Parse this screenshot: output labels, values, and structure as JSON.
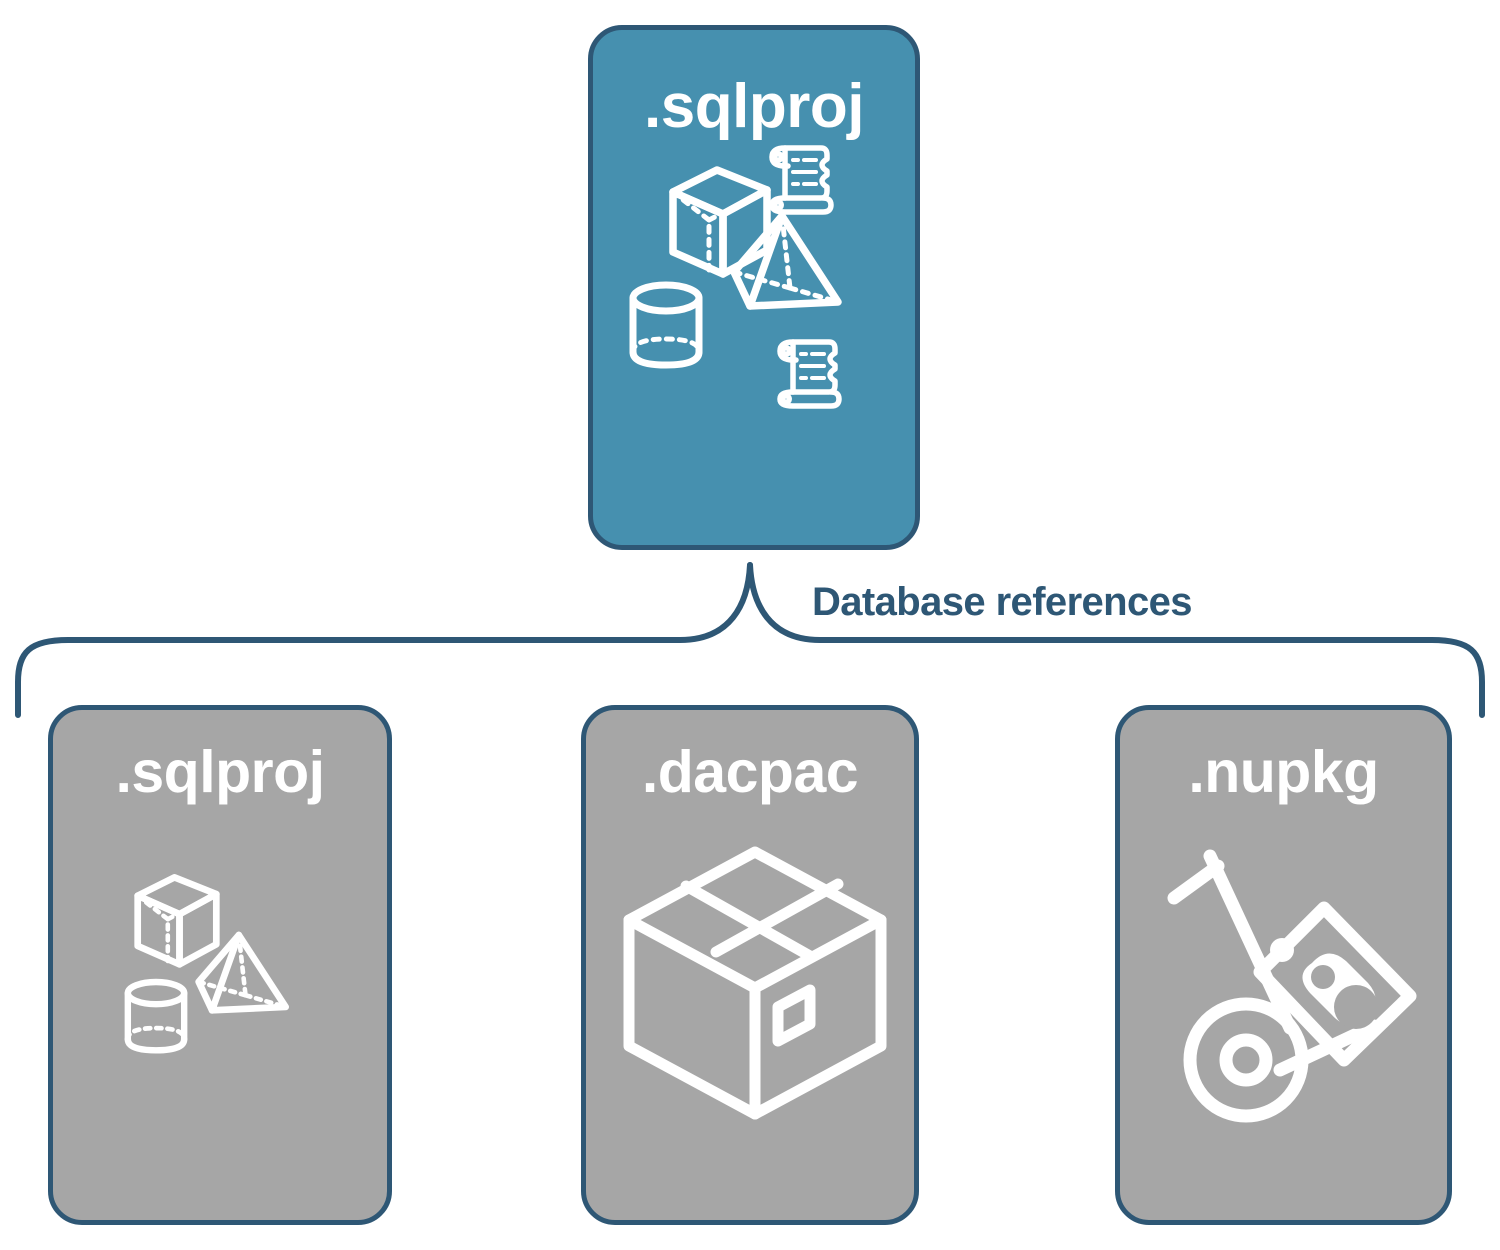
{
  "diagram": {
    "title_text": "Database references",
    "colors": {
      "primary_box": "#4690AF",
      "secondary_box": "#A6A6A6",
      "border": "#2e5775",
      "label_text": "#2e5775",
      "icon_stroke": "#ffffff",
      "background": "#ffffff"
    },
    "root": {
      "label": ".sqlproj",
      "fill": "#4690AF",
      "icons": [
        "cube-icon",
        "scroll-icon",
        "pyramid-icon",
        "cylinder-icon",
        "scroll-icon"
      ]
    },
    "connector": {
      "label": "Database references",
      "style": "curly-brace"
    },
    "references": [
      {
        "label": ".sqlproj",
        "fill": "#A6A6A6",
        "icons": [
          "cube-icon",
          "pyramid-icon",
          "cylinder-icon"
        ]
      },
      {
        "label": ".dacpac",
        "fill": "#A6A6A6",
        "icons": [
          "package-box-icon"
        ]
      },
      {
        "label": ".nupkg",
        "fill": "#A6A6A6",
        "icons": [
          "hand-truck-nuget-icon"
        ]
      }
    ]
  }
}
